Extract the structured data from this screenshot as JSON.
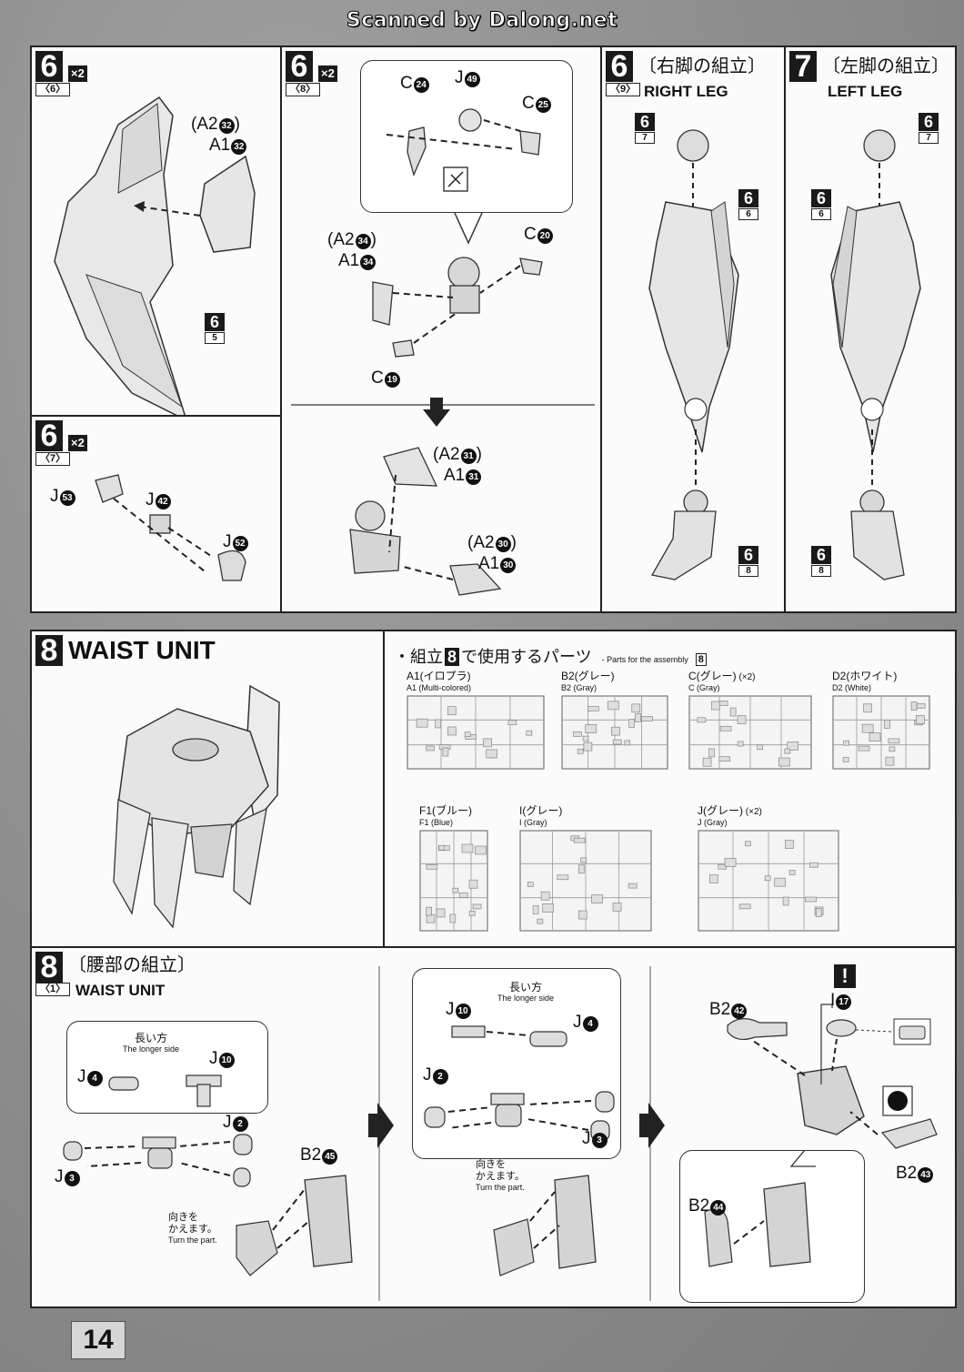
{
  "watermark": "Scanned by Dalong.net",
  "page_number": "14",
  "steps": {
    "s6_5": {
      "num": "6",
      "sub": "6",
      "mult": "×2"
    },
    "s6_7": {
      "num": "6",
      "sub": "7",
      "mult": "×2"
    },
    "s6_8": {
      "num": "6",
      "sub": "8",
      "mult": "×2"
    },
    "s6_9": {
      "num": "6",
      "sub": "9",
      "title_jp": "〔右脚の組立〕",
      "title_en": "RIGHT LEG"
    },
    "s7": {
      "num": "7",
      "title_jp": "〔左脚の組立〕",
      "title_en": "LEFT LEG"
    },
    "s8_title": {
      "num": "8",
      "title_en": "WAIST UNIT"
    },
    "s8_1": {
      "num": "8",
      "sub": "1",
      "title_jp": "〔腰部の組立〕",
      "title_en": "WAIST UNIT"
    }
  },
  "parts": {
    "a2_32": "(A2",
    "a2_32n": "32",
    "a1_32": "A1",
    "a1_32n": "32",
    "c24": "C",
    "c24n": "24",
    "j49": "J",
    "j49n": "49",
    "c25": "C",
    "c25n": "25",
    "a2_34": "(A2",
    "a2_34n": "34",
    "a1_34": "A1",
    "a1_34n": "34",
    "c20": "C",
    "c20n": "20",
    "c19": "C",
    "c19n": "19",
    "a2_31": "(A2",
    "a2_31n": "31",
    "a1_31": "A1",
    "a1_31n": "31",
    "a2_30": "(A2",
    "a2_30n": "30",
    "a1_30": "A1",
    "a1_30n": "30",
    "j53": "J",
    "j53n": "53",
    "j42": "J",
    "j42n": "42",
    "j52": "J",
    "j52n": "52",
    "j4": "J",
    "j4n": "4",
    "j10": "J",
    "j10n": "10",
    "j2": "J",
    "j2n": "2",
    "j3": "J",
    "j3n": "3",
    "b2_45": "B2",
    "b2_45n": "45",
    "b2_42": "B2",
    "b2_42n": "42",
    "i17": "I",
    "i17n": "17",
    "b2_43": "B2",
    "b2_43n": "43",
    "b2_44": "B2",
    "b2_44n": "44"
  },
  "refs": {
    "r6_5": {
      "n": "6",
      "s": "5"
    },
    "r6_7a": {
      "n": "6",
      "s": "7"
    },
    "r6_6a": {
      "n": "6",
      "s": "6"
    },
    "r6_8a": {
      "n": "6",
      "s": "8"
    },
    "r6_7b": {
      "n": "6",
      "s": "7"
    },
    "r6_6b": {
      "n": "6",
      "s": "6"
    },
    "r6_8b": {
      "n": "6",
      "s": "8"
    }
  },
  "notes": {
    "longer_jp": "長い方",
    "longer_en": "The longer side",
    "turn_jp": "向きを\nかえます。",
    "turn_en": "Turn the part."
  },
  "parts_list": {
    "heading_jp": "・組立",
    "heading_num": "8",
    "heading_jp2": "で使用するパーツ",
    "heading_en": "- Parts for the assembly",
    "heading_en_num": "8",
    "runners": [
      {
        "jp": "A1(イロプラ)",
        "en": "A1 (Multi-colored)",
        "mult": ""
      },
      {
        "jp": "B2(グレー)",
        "en": "B2 (Gray)",
        "mult": ""
      },
      {
        "jp": "C(グレー)",
        "en": "C (Gray)",
        "mult": "(×2)"
      },
      {
        "jp": "D2(ホワイト)",
        "en": "D2 (White)",
        "mult": ""
      },
      {
        "jp": "F1(ブルー)",
        "en": "F1 (Blue)",
        "mult": ""
      },
      {
        "jp": "I(グレー)",
        "en": "I (Gray)",
        "mult": ""
      },
      {
        "jp": "J(グレー)",
        "en": "J (Gray)",
        "mult": "(×2)"
      }
    ]
  },
  "order_marks": [
    "1",
    "2"
  ],
  "icons": [
    "caution-icon",
    "apply-point-icon",
    "arrow-down-icon",
    "arrow-right-icon"
  ]
}
